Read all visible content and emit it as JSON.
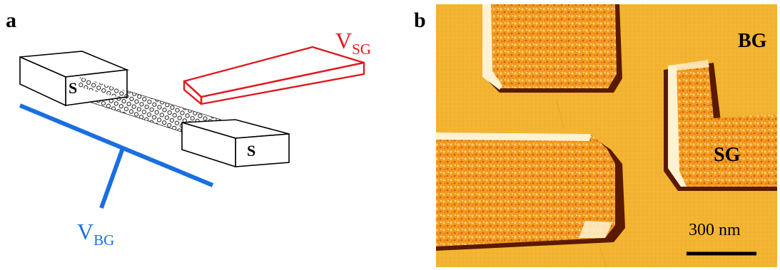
{
  "panel_a": {
    "label": "a",
    "source_left": "S",
    "source_right": "S",
    "side_gate_label": "V",
    "side_gate_sub": "SG",
    "back_gate_label": "V",
    "back_gate_sub": "BG",
    "colors": {
      "side_gate": "#e0191e",
      "back_gate": "#1a6fe0",
      "electrodes": "#000000"
    }
  },
  "panel_b": {
    "label": "b",
    "bg_label": "BG",
    "sg_label": "SG",
    "scale_label": "300 nm",
    "colors": {
      "substrate": "#f2b431",
      "electrode": "#f39a20",
      "shadow": "#5a1a00",
      "highlight": "#fff2d0"
    }
  }
}
